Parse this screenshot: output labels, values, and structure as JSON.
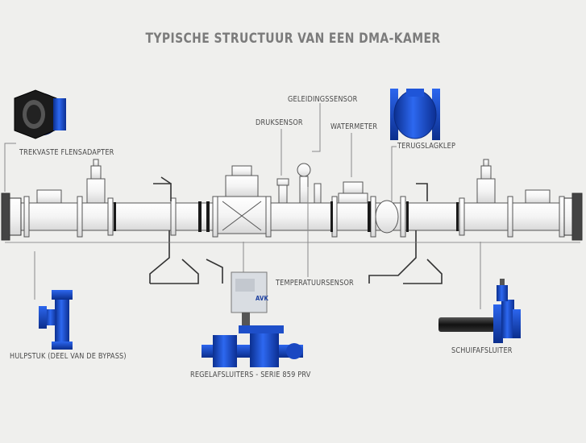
{
  "title": "TYPISCHE STRUCTUUR VAN EEN DMA-KAMER",
  "labels": {
    "flange_adapter": "TREKVASTE FLENSADAPTER",
    "conductivity_sensor": "GELEIDINGSSENSOR",
    "pressure_sensor": "DRUKSENSOR",
    "water_meter": "WATERMETER",
    "check_valve": "TERUGSLAGKLEP",
    "temperature_sensor": "TEMPERATUURSENSOR",
    "auxiliary_piece": "HULPSTUK (DEEL VAN DE BYPASS)",
    "control_valve": "REGELAFSLUITERS - SERIE 859 PRV",
    "gate_valve": "SCHUIFAFSLUITER"
  },
  "brand": "AVK",
  "colors": {
    "background": "#efefed",
    "title": "#7b7b7b",
    "label": "#4a4a4a",
    "pipe_stroke": "#555555",
    "product_blue": "#1c4fd0",
    "leader_line": "#8a8a8a"
  }
}
